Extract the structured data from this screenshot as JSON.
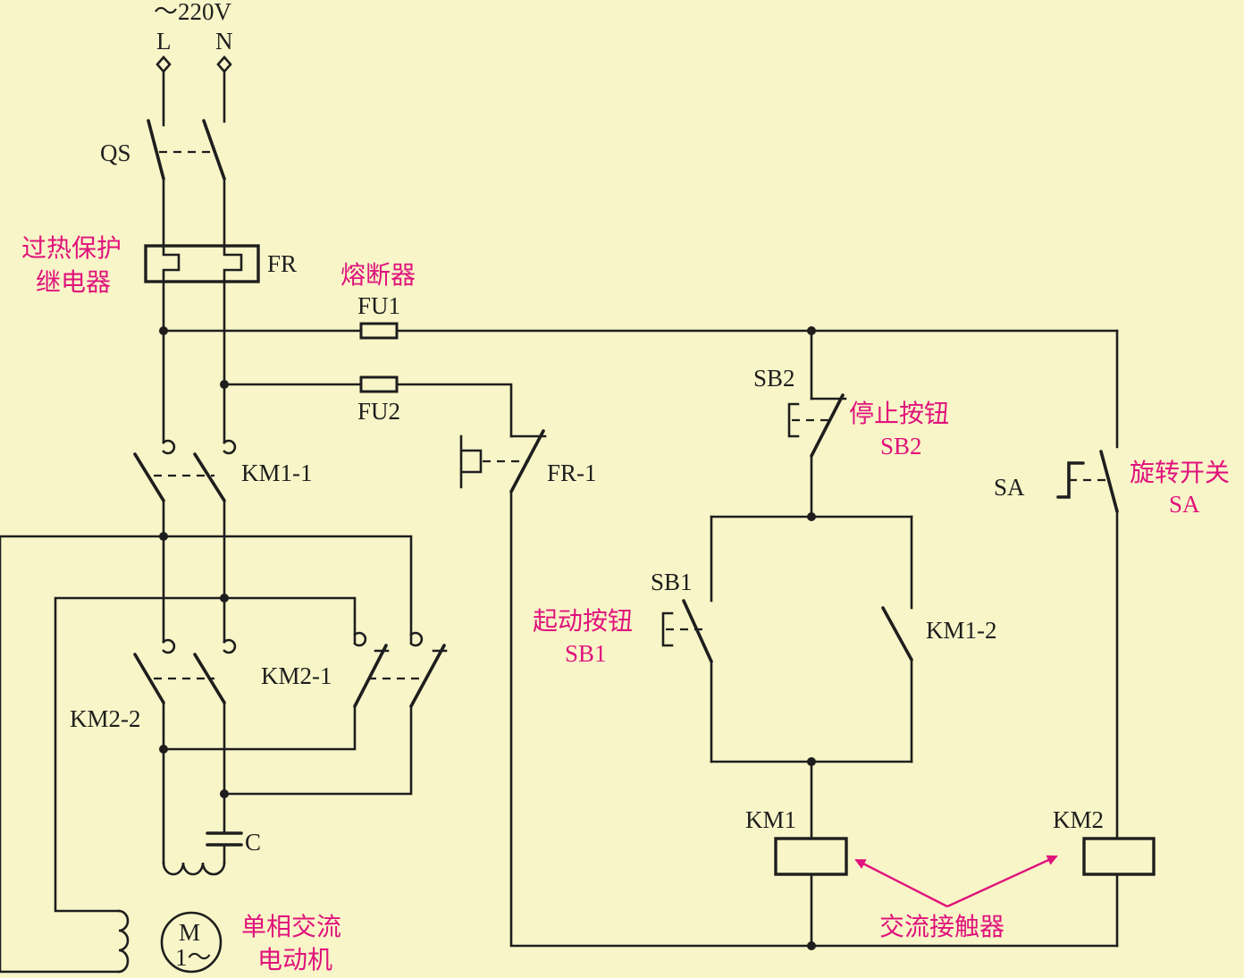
{
  "supply": {
    "voltage": "～220V",
    "line": "L",
    "neutral": "N"
  },
  "labels": {
    "qs": "QS",
    "fr": "FR",
    "fu1": "FU1",
    "fu2": "FU2",
    "km1_1": "KM1-1",
    "km2_1": "KM2-1",
    "km2_2": "KM2-2",
    "fr_1": "FR-1",
    "c": "C",
    "sb2": "SB2",
    "sb1": "SB1",
    "km1_2": "KM1-2",
    "sa": "SA",
    "km1": "KM1",
    "km2": "KM2",
    "motor_m": "M",
    "motor_phase": "1～"
  },
  "annotations": {
    "fr_name_line1": "过热保护",
    "fr_name_line2": "继电器",
    "fuse_name": "熔断器",
    "stop_button": "停止按钮",
    "stop_button_tag": "SB2",
    "start_button": "起动按钮",
    "start_button_tag": "SB1",
    "rotary_switch": "旋转开关",
    "rotary_switch_tag": "SA",
    "motor_line1": "单相交流",
    "motor_line2": "电动机",
    "contactor": "交流接触器"
  },
  "colors": {
    "background": "#f8f6c8",
    "wire": "#1e1e1e",
    "annotation": "#e0127c"
  }
}
